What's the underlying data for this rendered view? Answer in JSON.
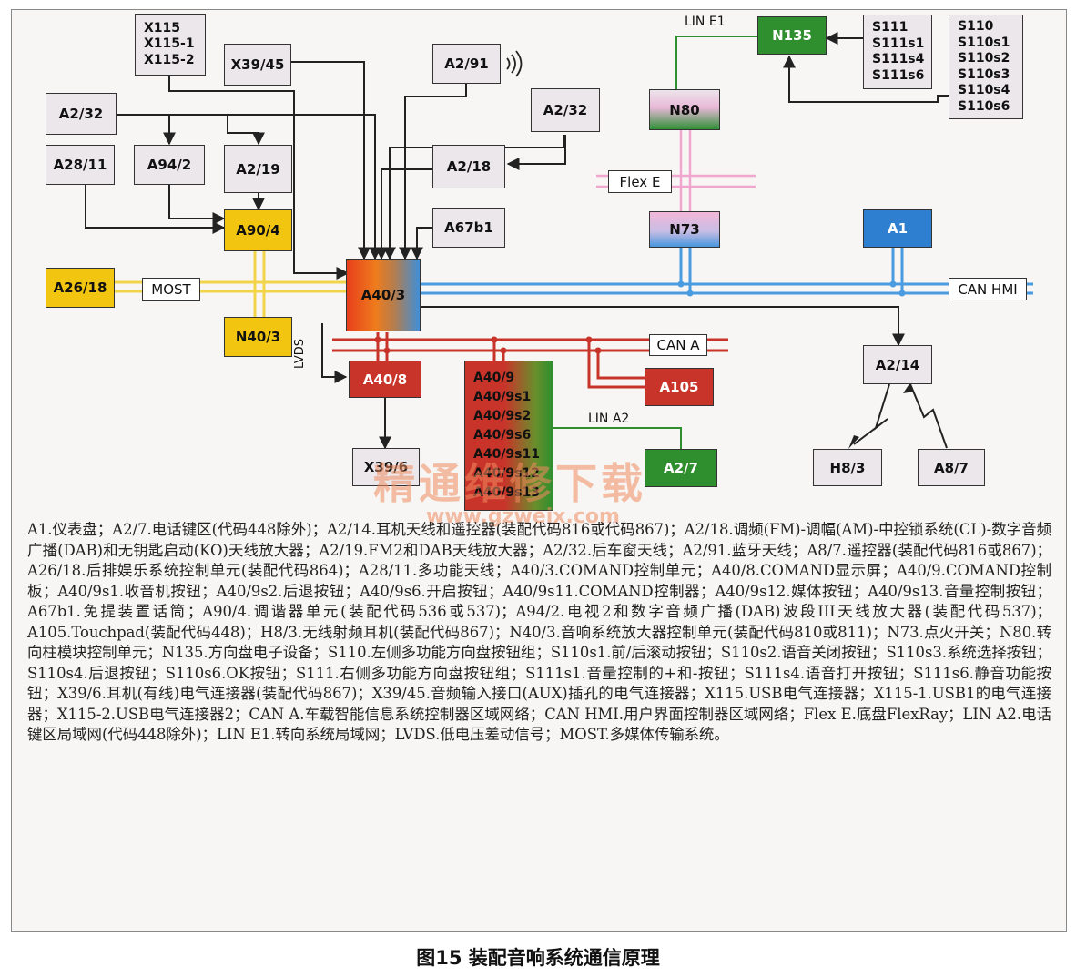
{
  "nodes": {
    "x115": [
      "X115",
      "X115-1",
      "X115-2"
    ],
    "x3945": "X39/45",
    "a291": "A2/91",
    "a232_top": "A2/32",
    "a232_right": "A2/32",
    "a2811": "A28/11",
    "a942": "A94/2",
    "a219": "A2/19",
    "a218": "A2/18",
    "a904": "A90/4",
    "a67b1": "A67b1",
    "a2618": "A26/18",
    "a403": "A40/3",
    "n403": "N40/3",
    "a408": "A40/8",
    "x396": "X39/6",
    "a409": [
      "A40/9",
      "A40/9s1",
      "A40/9s2",
      "A40/9s6",
      "A40/9s11",
      "A40/9s12",
      "A40/9s13"
    ],
    "a105": "A105",
    "a27": "A2/7",
    "n135": "N135",
    "s111": [
      "S111",
      "S111s1",
      "S111s4",
      "S111s6"
    ],
    "s110": [
      "S110",
      "S110s1",
      "S110s2",
      "S110s3",
      "S110s4",
      "S110s6"
    ],
    "n80": "N80",
    "n73": "N73",
    "a1": "A1",
    "a214": "A2/14",
    "h83": "H8/3",
    "a87": "A8/7"
  },
  "bus_labels": {
    "most": "MOST",
    "flex_e": "Flex E",
    "can_hmi": "CAN HMI",
    "can_a": "CAN A",
    "lin_e1": "LIN E1",
    "lin_a2": "LIN A2",
    "lvds": "LVDS"
  },
  "colors": {
    "most": "#f2d44a",
    "can_hmi": "#4a9be0",
    "can_a": "#c9342a",
    "flex_e": "#f0a6cf",
    "lin": "#2f8f2e"
  },
  "watermark": {
    "line1": "精通维修下载",
    "line2": "www.gzweix.com"
  },
  "legend_text": "A1.仪表盘；A2/7.电话键区(代码448除外)；A2/14.耳机天线和遥控器(装配代码816或代码867)；A2/18.调频(FM)-调幅(AM)-中控锁系统(CL)-数字音频广播(DAB)和无钥匙启动(KO)天线放大器；A2/19.FM2和DAB天线放大器；A2/32.后车窗天线；A2/91.蓝牙天线；A8/7.遥控器(装配代码816或867)；A26/18.后排娱乐系统控制单元(装配代码864)；A28/11.多功能天线；A40/3.COMAND控制单元；A40/8.COMAND显示屏；A40/9.COMAND控制板；A40/9s1.收音机按钮；A40/9s2.后退按钮；A40/9s6.开启按钮；A40/9s11.COMAND控制器；A40/9s12.媒体按钮；A40/9s13.音量控制按钮；A67b1.免提装置话筒；A90/4.调谐器单元(装配代码536或537)；A94/2.电视2和数字音频广播(DAB)波段III天线放大器(装配代码537)；A105.Touchpad(装配代码448)；H8/3.无线射频耳机(装配代码867)；N40/3.音响系统放大器控制单元(装配代码810或811)；N73.点火开关；N80.转向柱模块控制单元；N135.方向盘电子设备；S110.左侧多功能方向盘按钮组；S110s1.前/后滚动按钮；S110s2.语音关闭按钮；S110s3.系统选择按钮；S110s4.后退按钮；S110s6.OK按钮；S111.右侧多功能方向盘按钮组；S111s1.音量控制的+和-按钮；S111s4.语音打开按钮；S111s6.静音功能按钮；X39/6.耳机(有线)电气连接器(装配代码867)；X39/45.音频输入接口(AUX)插孔的电气连接器；X115.USB电气连接器；X115-1.USB1的电气连接器；X115-2.USB电气连接器2；CAN A.车载智能信息系统控制器区域网络；CAN HMI.用户界面控制器区域网络；Flex E.底盘FlexRay；LIN A2.电话键区局域网(代码448除外)；LIN E1.转向系统局域网；LVDS.低电压差动信号；MOST.多媒体传输系统。",
  "caption": "图15 装配音响系统通信原理"
}
